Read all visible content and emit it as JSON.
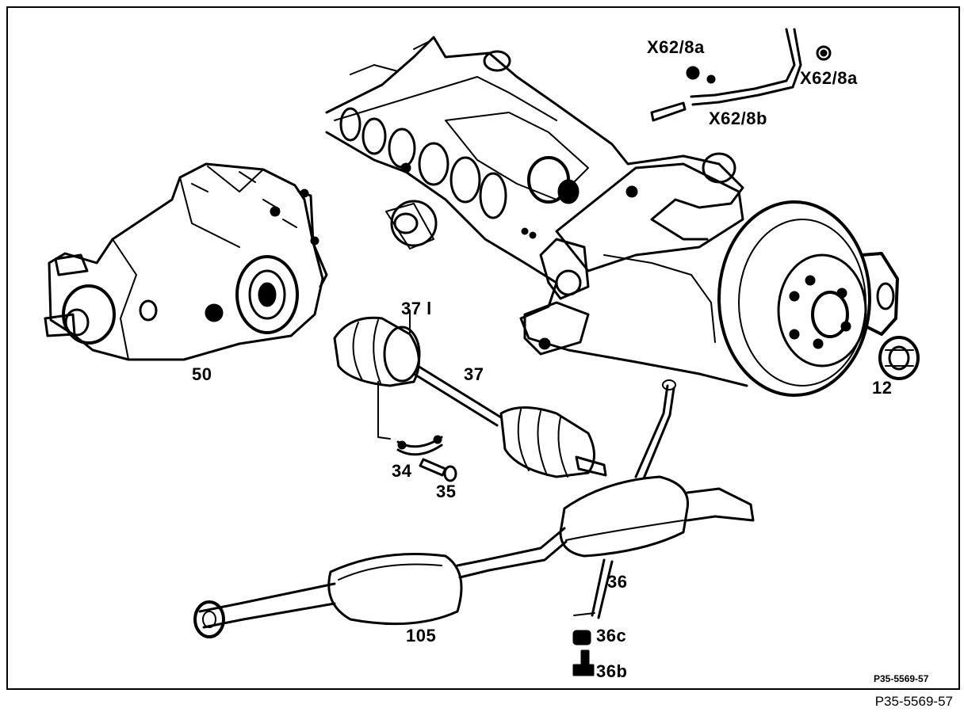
{
  "labels": {
    "x62_8a_top": "X62/8a",
    "x62_8a_right": "X62/8a",
    "x62_8b": "X62/8b",
    "part_50": "50",
    "part_37l": "37 l",
    "part_37": "37",
    "part_12": "12",
    "part_34": "34",
    "part_35": "35",
    "part_36": "36",
    "part_105": "105",
    "part_36c": "36c",
    "part_36b": "36b",
    "inner_code": "P35-5569-57"
  },
  "footer_code": "P35-5569-57",
  "colors": {
    "ink": "#000000",
    "paper": "#ffffff"
  }
}
